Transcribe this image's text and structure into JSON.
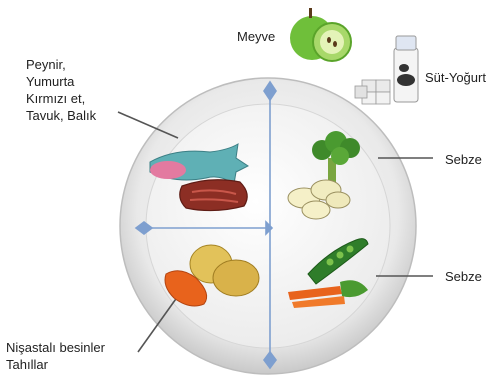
{
  "labels": {
    "fruit": "Meyve",
    "dairy": "Süt-Yoğurt",
    "protein_lines": [
      "Peynir,",
      "Yumurta",
      "Kırmızı et,",
      "Tavuk, Balık"
    ],
    "vegetable_top": "Sebze",
    "vegetable_bottom": "Sebze",
    "starch_lines": [
      "Nişastalı besinler",
      "Tahıllar"
    ]
  },
  "icons": {
    "fruit": "green-apple-icon",
    "dairy": "milk-and-yogurt-icon",
    "protein": "fish-and-steak-icon",
    "vegetable_top": "broccoli-and-potato-icon",
    "vegetable_bottom": "peas-and-carrots-icon",
    "starch": "potatoes-and-sweet-potato-icon"
  },
  "colors": {
    "plate_rim": "#dcdcdc",
    "plate_center": "#f7f7f7",
    "divider": "#7e9fcf",
    "leader_line": "#555555",
    "apple": "#6fbf3a",
    "steak": "#8c2e24",
    "fish": "#5fb0b5",
    "carrot": "#e8631c",
    "potato": "#d9b24a"
  }
}
